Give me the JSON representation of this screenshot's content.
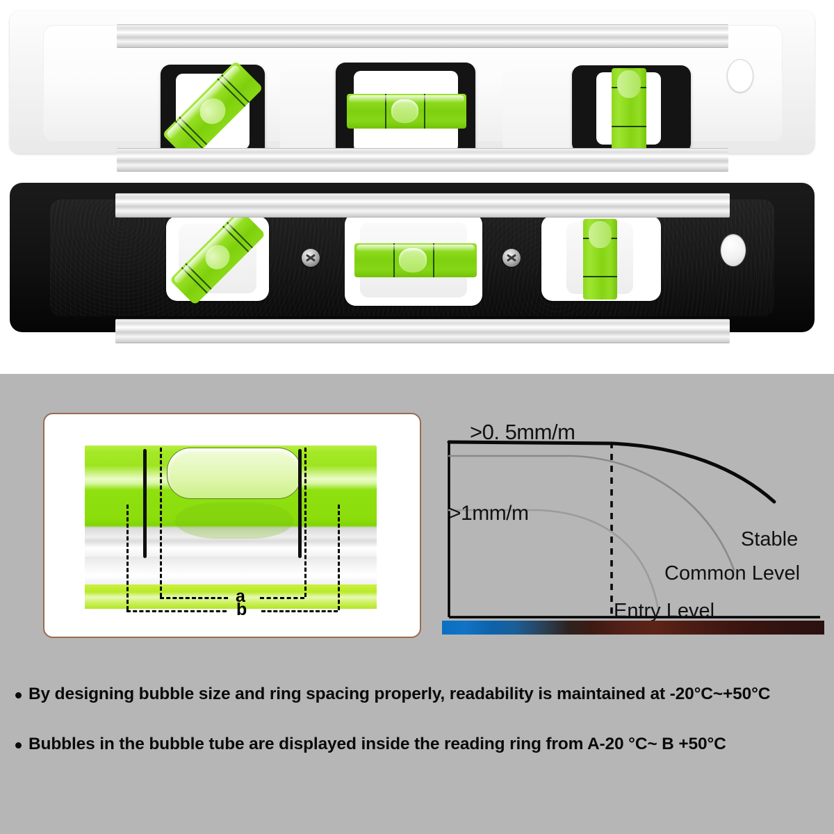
{
  "page": {
    "background": "#ffffff",
    "panel_background": "#b6b6b6"
  },
  "products": [
    {
      "id": "white-torpedo-level",
      "name": "White magnetic torpedo level",
      "body_color": "#f4f4f4",
      "frame_color": "#141414",
      "vials": [
        {
          "name": "45-degree-vial",
          "orientation": "diagonal",
          "liquid_color": "#8fdc20"
        },
        {
          "name": "horizontal-vial",
          "orientation": "horizontal",
          "liquid_color": "#8fdc20"
        },
        {
          "name": "vertical-vial",
          "orientation": "vertical",
          "liquid_color": "#8fdc20"
        }
      ],
      "hang_hole": true
    },
    {
      "id": "black-torpedo-level",
      "name": "Black magnetic torpedo level",
      "body_color": "#121212",
      "frame_color": "#ffffff",
      "vials": [
        {
          "name": "45-degree-vial",
          "orientation": "diagonal",
          "liquid_color": "#8fdc20"
        },
        {
          "name": "horizontal-vial",
          "orientation": "horizontal",
          "liquid_color": "#8fdc20"
        },
        {
          "name": "vertical-vial",
          "orientation": "vertical",
          "liquid_color": "#8fdc20"
        }
      ],
      "screws": 2,
      "hang_hole": true
    }
  ],
  "detail_card": {
    "border_color": "#9a6b52",
    "labels": {
      "a": "a",
      "b": "b"
    },
    "description": "bubble tube cross-section with reading rings a and b"
  },
  "chart_data": {
    "type": "line",
    "title": "",
    "xlabel": "",
    "ylabel": "",
    "grid": false,
    "legend_position": "inline-right",
    "annotations": [
      {
        "text": ">0. 5mm/m",
        "position": "top-left",
        "refers_to": "Stable"
      },
      {
        "text": ">1mm/m",
        "position": "mid-left",
        "refers_to": "Common Level"
      }
    ],
    "series": [
      {
        "name": "Stable",
        "label": "Stable",
        "color": "#000000",
        "width": 4,
        "accuracy": ">0. 5mm/m",
        "x": [
          0,
          20,
          40,
          55,
          65,
          75,
          85,
          92,
          97,
          100
        ],
        "y": [
          100,
          100,
          99,
          97,
          94,
          89,
          80,
          70,
          60,
          52
        ]
      },
      {
        "name": "Common Level",
        "label": "Common Level",
        "color": "#8a8a8a",
        "width": 2,
        "accuracy": ">1mm/m",
        "x": [
          0,
          15,
          32,
          45,
          55,
          63,
          70,
          76,
          80,
          83
        ],
        "y": [
          92,
          92,
          90,
          86,
          79,
          68,
          53,
          35,
          20,
          10
        ]
      },
      {
        "name": "Entry Level",
        "label": "Entry Level",
        "color": "#9b9b9b",
        "width": 2,
        "accuracy": "",
        "x": [
          0,
          10,
          22,
          32,
          40,
          46,
          51,
          54,
          56
        ],
        "y": [
          58,
          58,
          56,
          51,
          43,
          32,
          20,
          10,
          2
        ]
      }
    ],
    "reference_line": {
      "name": "vertical-dashed-reference",
      "x": 40,
      "style": "dashed",
      "color": "#000000"
    },
    "temperature_bar": {
      "name": "temperature-gradient-bar",
      "from_color": "#0a6fc2",
      "to_color": "#2a1210",
      "meaning": "cold to hot temperature range"
    },
    "axis_lines": {
      "left": true,
      "bottom": true,
      "top": false,
      "right": false
    }
  },
  "bullets": [
    "By designing bubble size and ring spacing properly, readability is maintained at -20°C~+50°C",
    "Bubbles in the bubble tube are displayed inside the reading ring from A-20 °C~ B +50°C"
  ]
}
